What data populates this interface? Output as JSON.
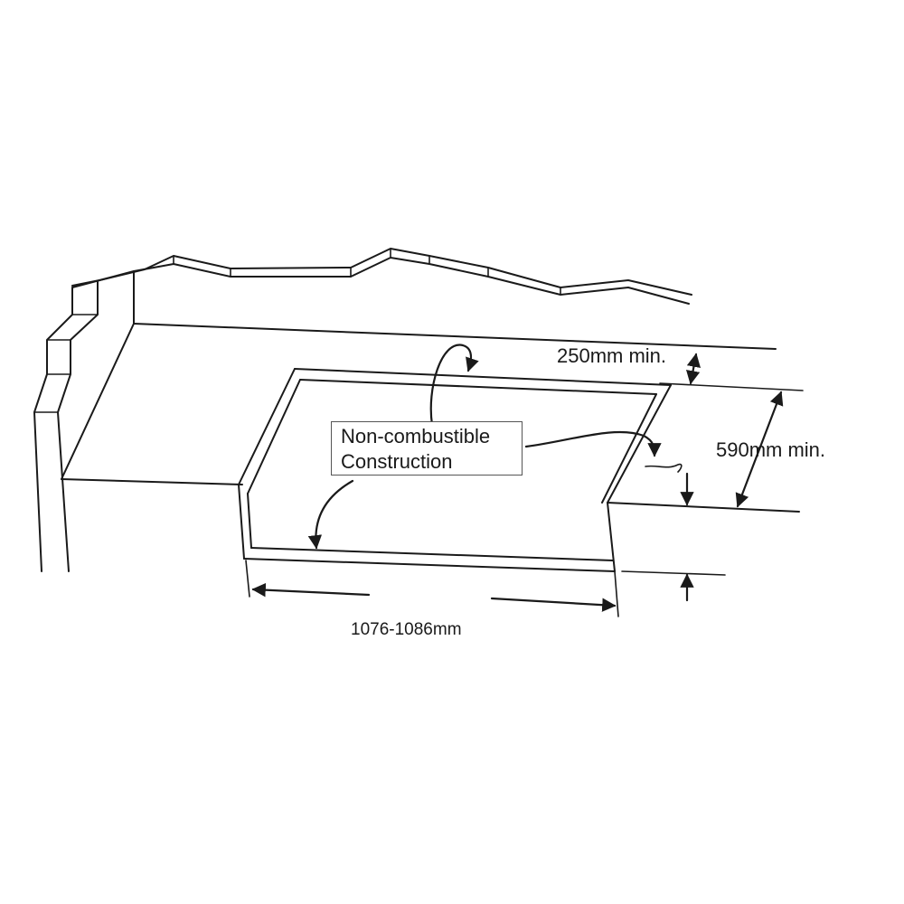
{
  "callout": {
    "line1": "Non-combustible",
    "line2": "Construction"
  },
  "dimensions": {
    "back_clearance": "250mm min.",
    "depth": "590mm min.",
    "width": "1076-1086mm"
  },
  "colors": {
    "line": "#1a1a1a",
    "background": "#ffffff"
  }
}
